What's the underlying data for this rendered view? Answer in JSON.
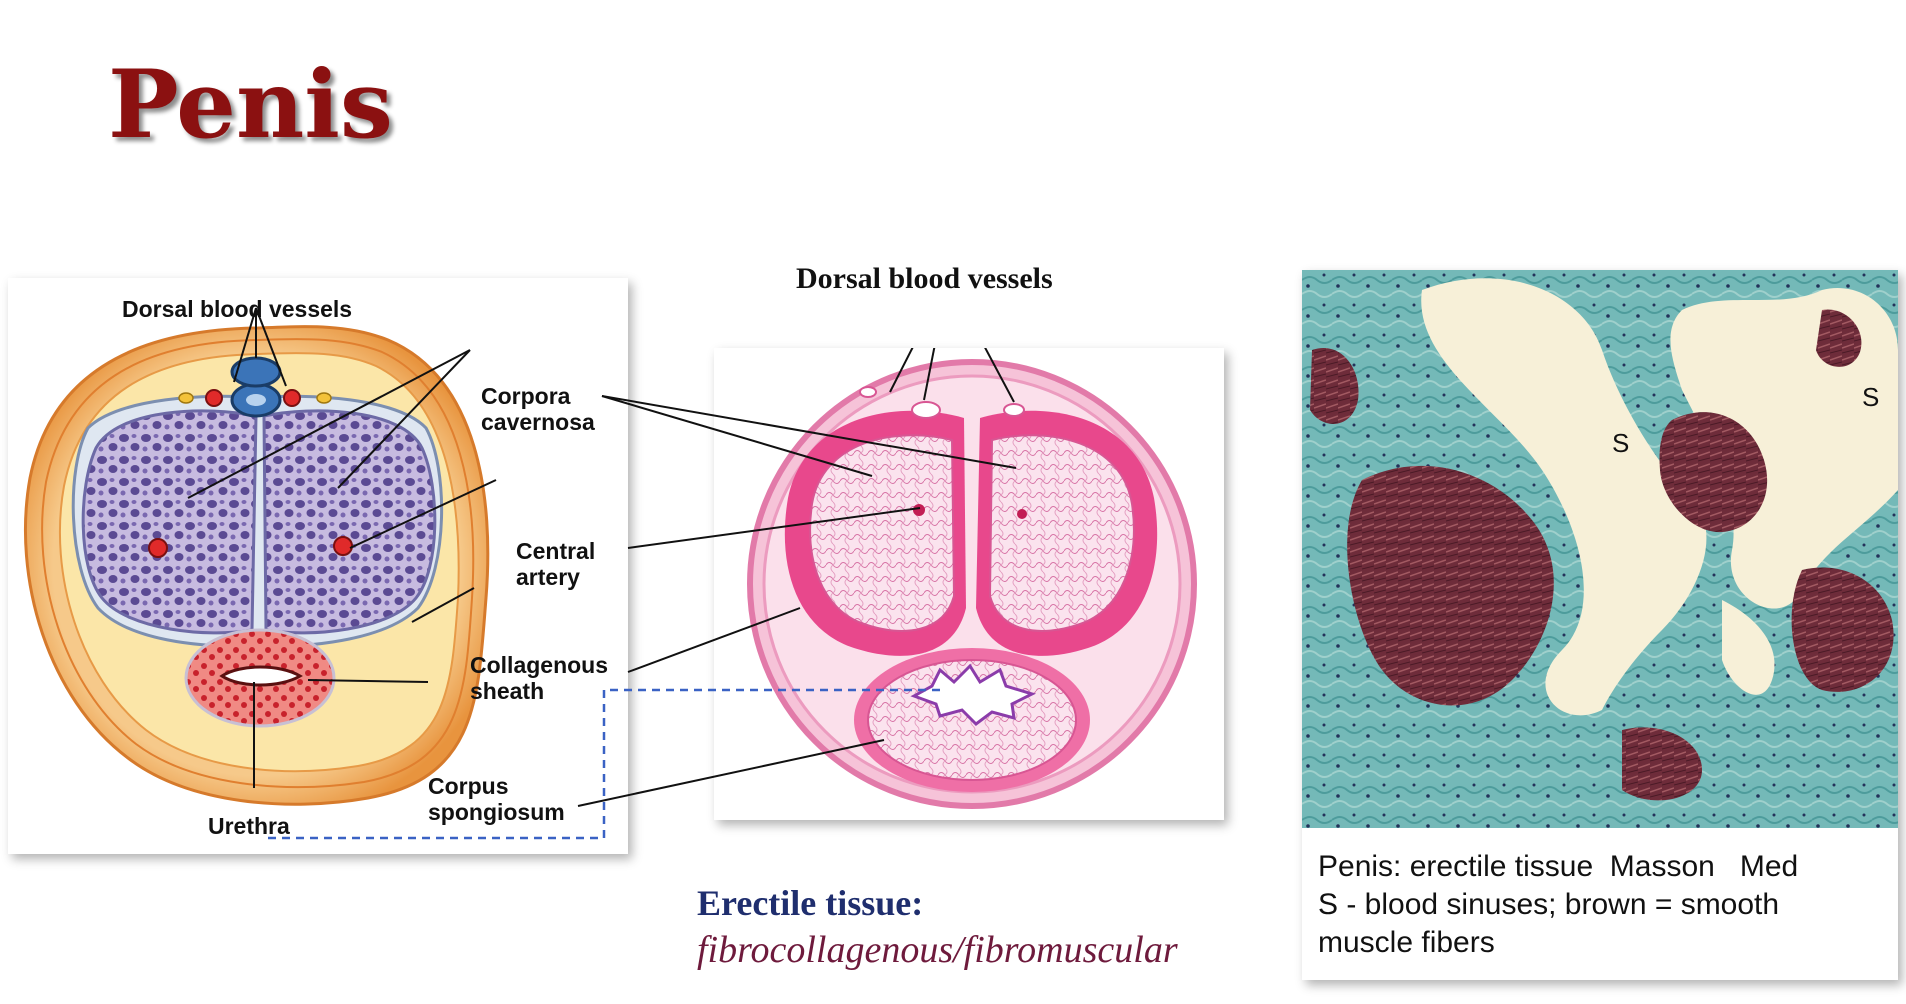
{
  "slide": {
    "title": "Penis"
  },
  "left_diagram": {
    "labels": {
      "dorsal_vessels": "Dorsal blood vessels",
      "corpora_1": "Corpora",
      "corpora_2": "cavernosa",
      "central_1": "Central",
      "central_2": "artery",
      "collagenous_1": "Collagenous",
      "collagenous_2": "sheath",
      "spongiosum_1": "Corpus",
      "spongiosum_2": "spongiosum",
      "urethra": "Urethra"
    }
  },
  "middle_histology": {
    "label": "Dorsal blood vessels",
    "heading": "Erectile tissue:",
    "subheading": "fibrocollagenous/fibromuscular"
  },
  "right_micrograph": {
    "sinus_labels": [
      "S",
      "S"
    ],
    "caption_lines": [
      "Penis: erectile tissue  Masson   Med",
      "S - blood sinuses; brown = smooth",
      "muscle fibers"
    ]
  },
  "colors": {
    "title": "#8b1111",
    "heading": "#1f2e6e",
    "subheading": "#6e1a3c",
    "dashed_link": "#3a62c4",
    "cavernosa_fill": "#b9acd8",
    "spongiosum_fill": "#e6656a",
    "stain_pink": "#e8488c",
    "stain_teal": "#74b9b8"
  }
}
